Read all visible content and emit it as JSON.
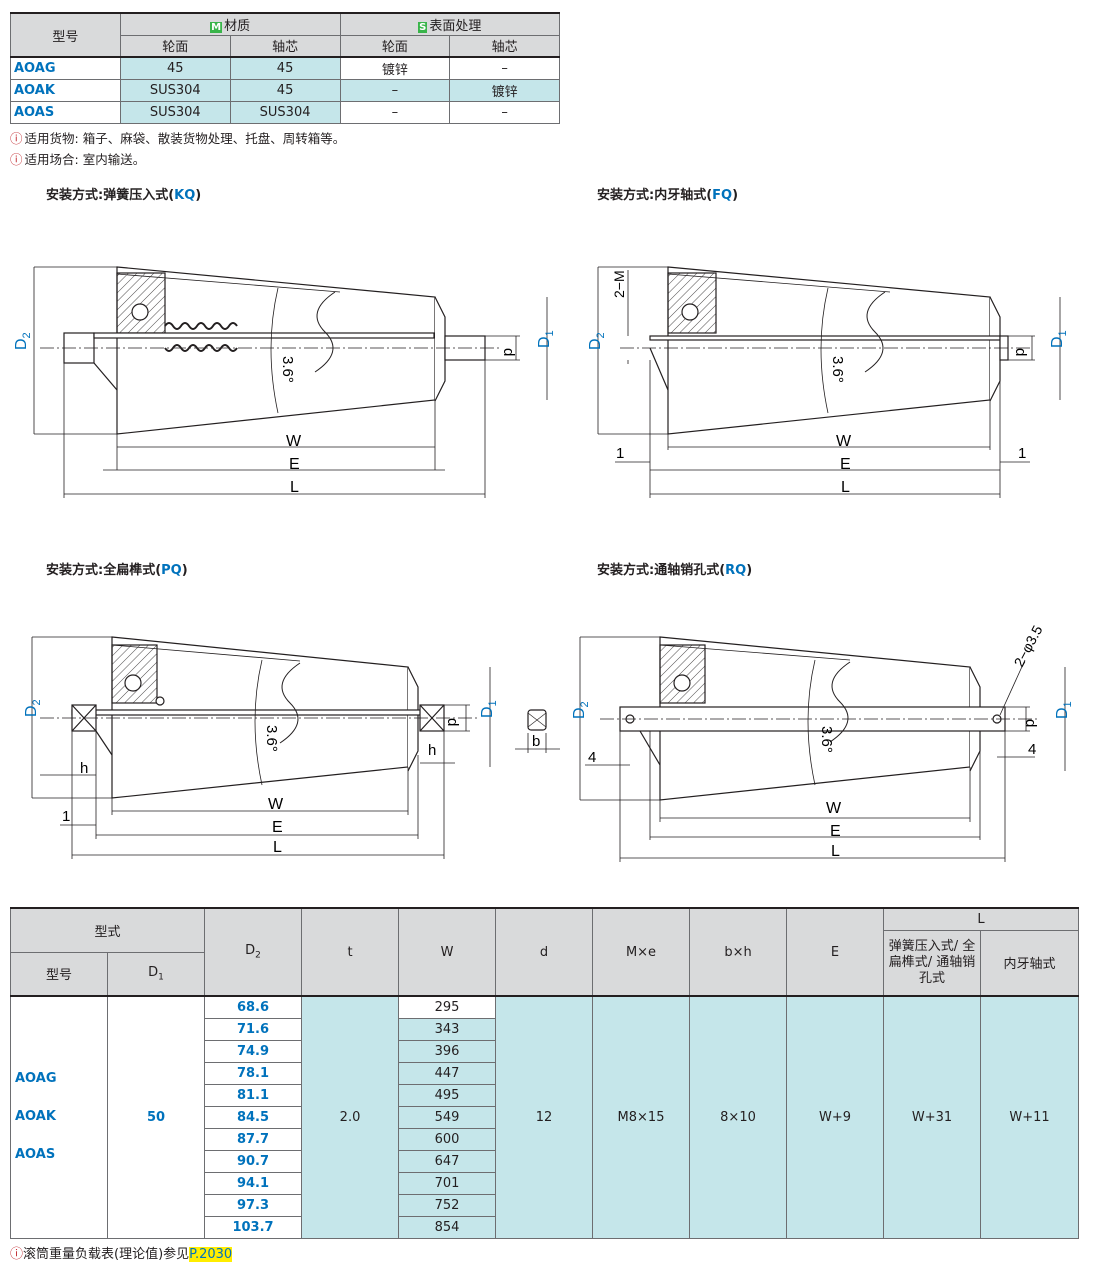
{
  "material_table": {
    "h_model": "型号",
    "h_material": "材质",
    "h_surface": "表面处理",
    "tag_m": "M",
    "tag_s": "S",
    "h_sub": [
      "轮面",
      "轴芯",
      "轮面",
      "轴芯"
    ],
    "rows": [
      {
        "model": "AOAG",
        "m_face": "45",
        "m_shaft": "45",
        "s_face": "镀锌",
        "s_shaft": "–"
      },
      {
        "model": "AOAK",
        "m_face": "SUS304",
        "m_shaft": "45",
        "s_face": "–",
        "s_shaft": "镀锌"
      },
      {
        "model": "AOAS",
        "m_face": "SUS304",
        "m_shaft": "SUS304",
        "s_face": "–",
        "s_shaft": "–"
      }
    ]
  },
  "notes": {
    "icon": "ⓘ",
    "goods": "适用货物: 箱子、麻袋、散装货物处理、托盘、周转箱等。",
    "place": "适用场合: 室内输送。"
  },
  "views": {
    "kq": {
      "title": "安装方式:弹簧压入式(",
      "code": "KQ",
      "close": ")"
    },
    "fq": {
      "title": "安装方式:内牙轴式(",
      "code": "FQ",
      "close": ")"
    },
    "pq": {
      "title": "安装方式:全扁榫式(",
      "code": "PQ",
      "close": ")"
    },
    "rq": {
      "title": "安装方式:通轴销孔式(",
      "code": "RQ",
      "close": ")"
    }
  },
  "drawing_labels": {
    "D": "D",
    "sub2": "2",
    "sub1": "1",
    "d": "d",
    "angle": "3.6°",
    "W": "W",
    "E": "E",
    "L": "L",
    "one": "1",
    "M": "2−M",
    "h": "h",
    "b": "b",
    "four": "4",
    "pin": "2−φ3.5"
  },
  "dim_table": {
    "h_type": "型式",
    "h_model": "型号",
    "h_D1": "D",
    "h_D2": "D",
    "h_t": "t",
    "h_W": "W",
    "h_d": "d",
    "h_Me": "M×e",
    "h_bh": "b×h",
    "h_E": "E",
    "h_L": "L",
    "h_L1": "弹簧压入式/ 全扁榫式/ 通轴销孔式",
    "h_L2": "内牙轴式",
    "models": [
      "AOAG",
      "AOAK",
      "AOAS"
    ],
    "D1": "50",
    "t": "2.0",
    "d": "12",
    "Me": "M8×15",
    "bh": "8×10",
    "E": "W+9",
    "L1": "W+31",
    "L2": "W+11",
    "rows": [
      {
        "D2": "68.6",
        "W": "295"
      },
      {
        "D2": "71.6",
        "W": "343"
      },
      {
        "D2": "74.9",
        "W": "396"
      },
      {
        "D2": "78.1",
        "W": "447"
      },
      {
        "D2": "81.1",
        "W": "495"
      },
      {
        "D2": "84.5",
        "W": "549"
      },
      {
        "D2": "87.7",
        "W": "600"
      },
      {
        "D2": "90.7",
        "W": "647"
      },
      {
        "D2": "94.1",
        "W": "701"
      },
      {
        "D2": "97.3",
        "W": "752"
      },
      {
        "D2": "103.7",
        "W": "854"
      }
    ]
  },
  "footnote": {
    "text": "滚筒重量负载表(理论值)参见",
    "page": "P.2030"
  }
}
